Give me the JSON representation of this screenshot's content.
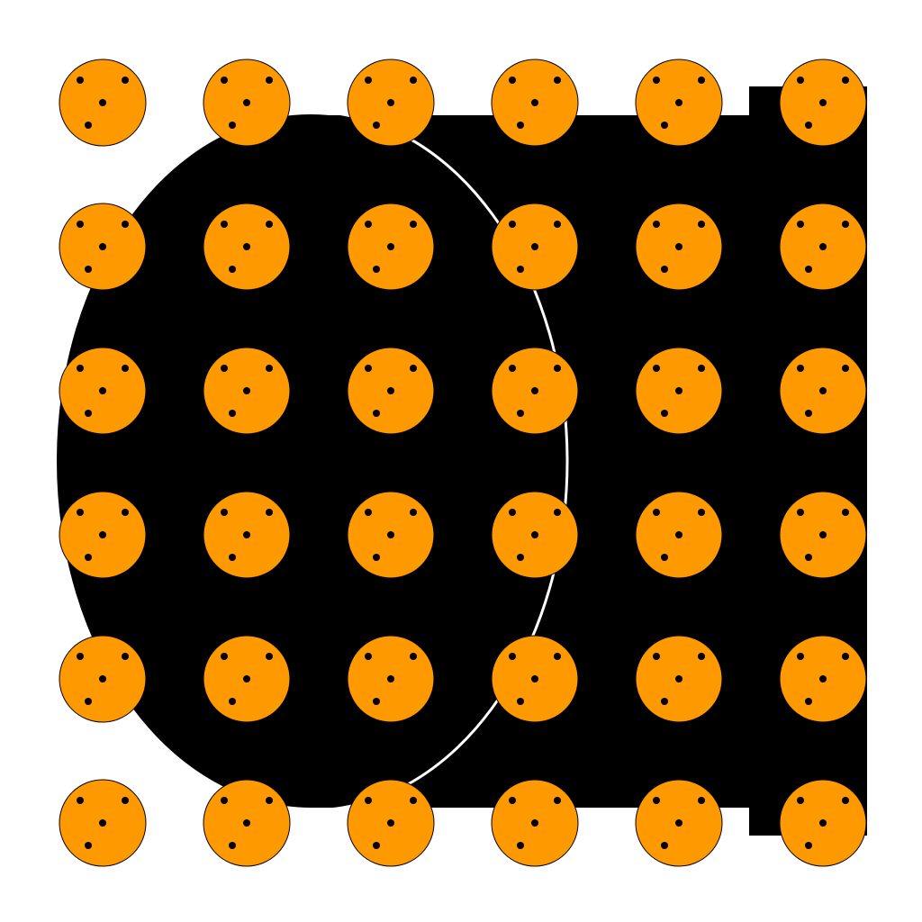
{
  "colors": {
    "background": "#ffffff",
    "shape_fill": "#000000",
    "outline_stroke": "#ffffff",
    "dot_fill": "#ff9900",
    "dot_stroke": "#000000",
    "pip_fill": "#000000"
  },
  "pattern": {
    "rows": 6,
    "columns": 6,
    "pips_per_dot": 3
  }
}
